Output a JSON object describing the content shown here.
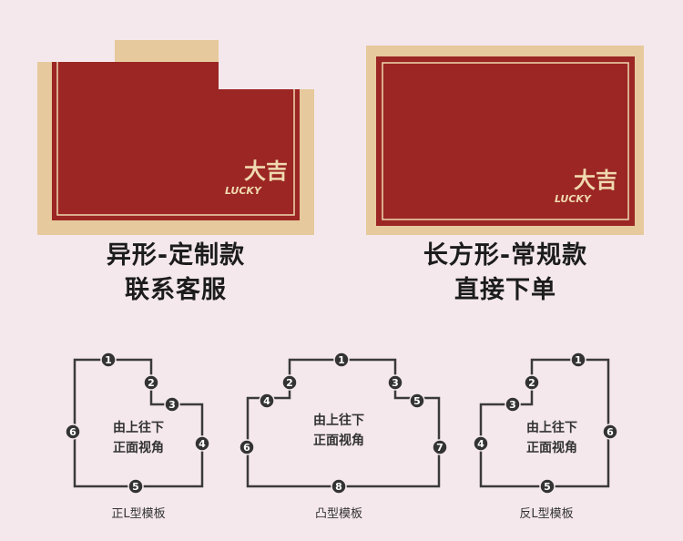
{
  "products": [
    {
      "caption_line1": "异形-定制款",
      "caption_line2": "联系客服",
      "logo_cn": "大吉",
      "logo_en": "LUCKY"
    },
    {
      "caption_line1": "长方形-常规款",
      "caption_line2": "直接下单",
      "logo_cn": "大吉",
      "logo_en": "LUCKY"
    }
  ],
  "templates": [
    {
      "name": "正L型模板",
      "center_line1": "由上往下",
      "center_line2": "正面视角",
      "markers": [
        "1",
        "2",
        "3",
        "4",
        "5",
        "6"
      ]
    },
    {
      "name": "凸型模板",
      "center_line1": "由上往下",
      "center_line2": "正面视角",
      "markers": [
        "1",
        "2",
        "3",
        "4",
        "5",
        "6",
        "7",
        "8"
      ]
    },
    {
      "name": "反L型模板",
      "center_line1": "由上往下",
      "center_line2": "正面视角",
      "markers": [
        "1",
        "2",
        "3",
        "4",
        "5",
        "6"
      ]
    }
  ],
  "colors": {
    "mat_red": "#9b2624",
    "mat_border": "#e6c99c",
    "logo": "#f0d9b0",
    "line": "#3a3a3a"
  }
}
